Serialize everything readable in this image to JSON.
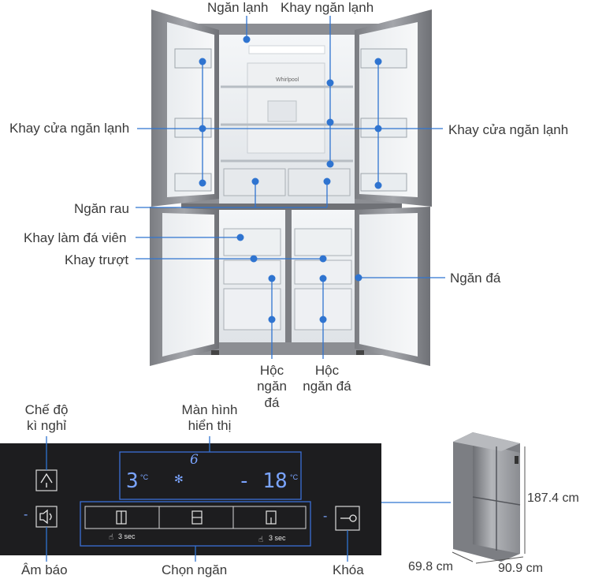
{
  "fridge_labels": {
    "ngan_lanh": "Ngăn lạnh",
    "khay_ngan_lanh": "Khay ngăn lạnh",
    "khay_cua_left": "Khay cửa ngăn lạnh",
    "khay_cua_right": "Khay cửa ngăn lạnh",
    "ngan_rau": "Ngăn rau",
    "khay_lam_da": "Khay làm đá viên",
    "khay_truot": "Khay trượt",
    "ngan_da": "Ngăn đá",
    "hoc_ngan_da_1": [
      "Hộc",
      "ngăn",
      "đá"
    ],
    "hoc_ngan_da_2": [
      "Hộc",
      "ngăn đá"
    ]
  },
  "brand_logo": "Whirlpool",
  "panel": {
    "che_do": [
      "Chế độ",
      "kì nghỉ"
    ],
    "man_hinh": [
      "Màn hình",
      "hiển thị"
    ],
    "am_bao": "Âm báo",
    "chon_ngan": "Chọn ngăn",
    "khoa": "Khóa",
    "display_digit_top": "6",
    "temp_left": "3",
    "temp_right": "- 18",
    "unit": "°C",
    "hold_1": "3 sec",
    "hold_2": "3 sec",
    "dash_1": "-",
    "dash_2": "-"
  },
  "dimensions": {
    "height": "187.4 cm",
    "depth": "69.8 cm",
    "width": "90.9 cm"
  },
  "colors": {
    "callout_blue": "#2f74d0",
    "panel_bg": "#1d1d1f",
    "panel_outline": "#3b6fd6",
    "steel": "#8d8f94"
  }
}
